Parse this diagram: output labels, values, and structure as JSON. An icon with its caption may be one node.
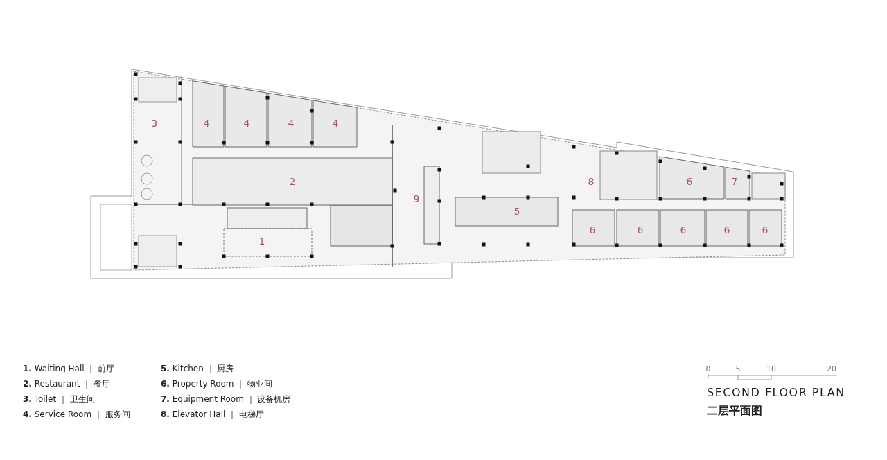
{
  "diagram": {
    "title": "SECOND FLOOR PLAN",
    "nodes": [
      {
        "text": [
          "3"
        ]
      },
      {
        "text": [
          "4"
        ]
      },
      {
        "text": [
          "4"
        ]
      },
      {
        "text": [
          "4"
        ]
      },
      {
        "text": [
          "4"
        ]
      },
      {
        "text": [
          "2"
        ]
      },
      {
        "text": [
          "9"
        ]
      },
      {
        "text": [
          "5"
        ]
      },
      {
        "text": [
          "8"
        ]
      },
      {
        "text": [
          "6"
        ]
      },
      {
        "text": [
          "7"
        ]
      },
      {
        "text": [
          "1"
        ]
      },
      {
        "text": [
          "6"
        ]
      },
      {
        "text": [
          "6"
        ]
      },
      {
        "text": [
          "6"
        ]
      },
      {
        "text": [
          "6"
        ]
      },
      {
        "text": [
          "6"
        ]
      }
    ],
    "labels": [
      "**1.** Waiting Hall ｜ 前厅",
      "**2.** Restaurant ｜ 餐厅",
      "**3.** Toilet ｜ 卫生间",
      "**4.** Service Room ｜ 服务间",
      "**5.** Kitchen ｜ 厨房",
      "**6.** Property Room ｜ 物业间",
      "**7.** Equipment Room ｜ 设备机房",
      "**8.** Elevator Hall ｜ 电梯厅",
      "0",
      "5",
      "10",
      "20",
      "二层平面图"
    ]
  }
}
